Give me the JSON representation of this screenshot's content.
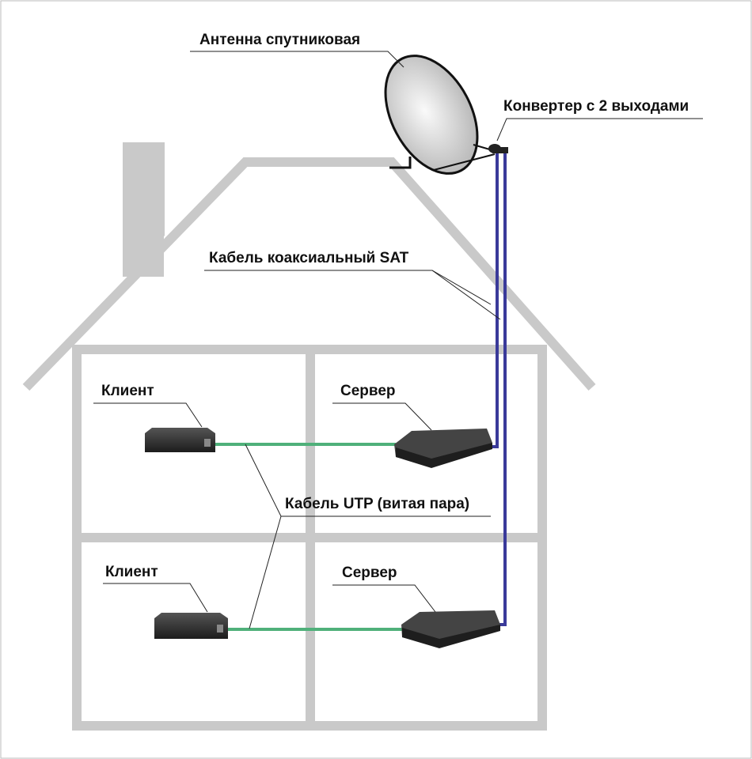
{
  "labels": {
    "antenna": "Антенна спутниковая",
    "converter": "Конвертер с 2 выходами",
    "coax_cable": "Кабель коаксиальный SAT",
    "client_top": "Клиент",
    "server_top": "Сервер",
    "utp_cable": "Кабель UTP (витая пара)",
    "client_bottom": "Клиент",
    "server_bottom": "Сервер"
  },
  "colors": {
    "house": "#c9c9c9",
    "coax": "#3a3a9a",
    "utp": "#4fb07a",
    "device": "#2a2a2a"
  }
}
